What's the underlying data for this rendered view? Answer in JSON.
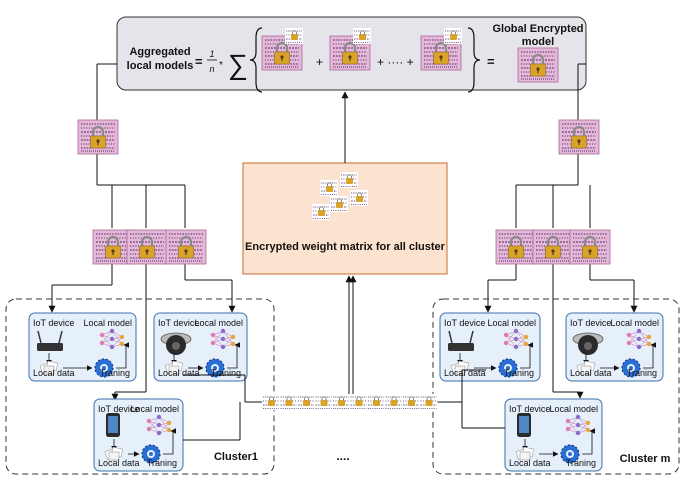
{
  "top_box": {
    "aggregated_label": [
      "Aggregated",
      "local models"
    ],
    "formula_equals": "=",
    "formula_numerator": "1",
    "formula_denominator": "n",
    "formula_times": "*",
    "formula_sigma": "∑",
    "formula_plus": "+",
    "formula_dots": "+ ···· +",
    "formula_close_equals": "=",
    "global_label": [
      "Global Encrypted",
      "model"
    ]
  },
  "center_box": {
    "label": "Encrypted weight matrix for all cluster"
  },
  "device_card": {
    "iot_label": "IoT device",
    "local_model_label": "Local model",
    "local_data_label": "Local data",
    "training_label": "Traning"
  },
  "clusters": {
    "left_label": "Cluster1",
    "right_label": "Cluster m",
    "middle_ellipsis": "...."
  },
  "icons": {
    "lock": "padlock-binary-icon",
    "router": "router-icon",
    "camera": "dome-camera-icon",
    "phone": "smartphone-icon",
    "network": "neural-network-icon",
    "data": "data-documents-icon",
    "training": "training-gears-icon"
  },
  "colors": {
    "top_box_fill": "#e4e4ea",
    "center_box_fill": "#fbe3cf",
    "center_box_stroke": "#c96b2c",
    "card_fill": "#e6f0fb",
    "card_stroke": "#3f6fa8",
    "lock_tile": "#e6b8d8",
    "lock_body": "#d9a32a"
  }
}
